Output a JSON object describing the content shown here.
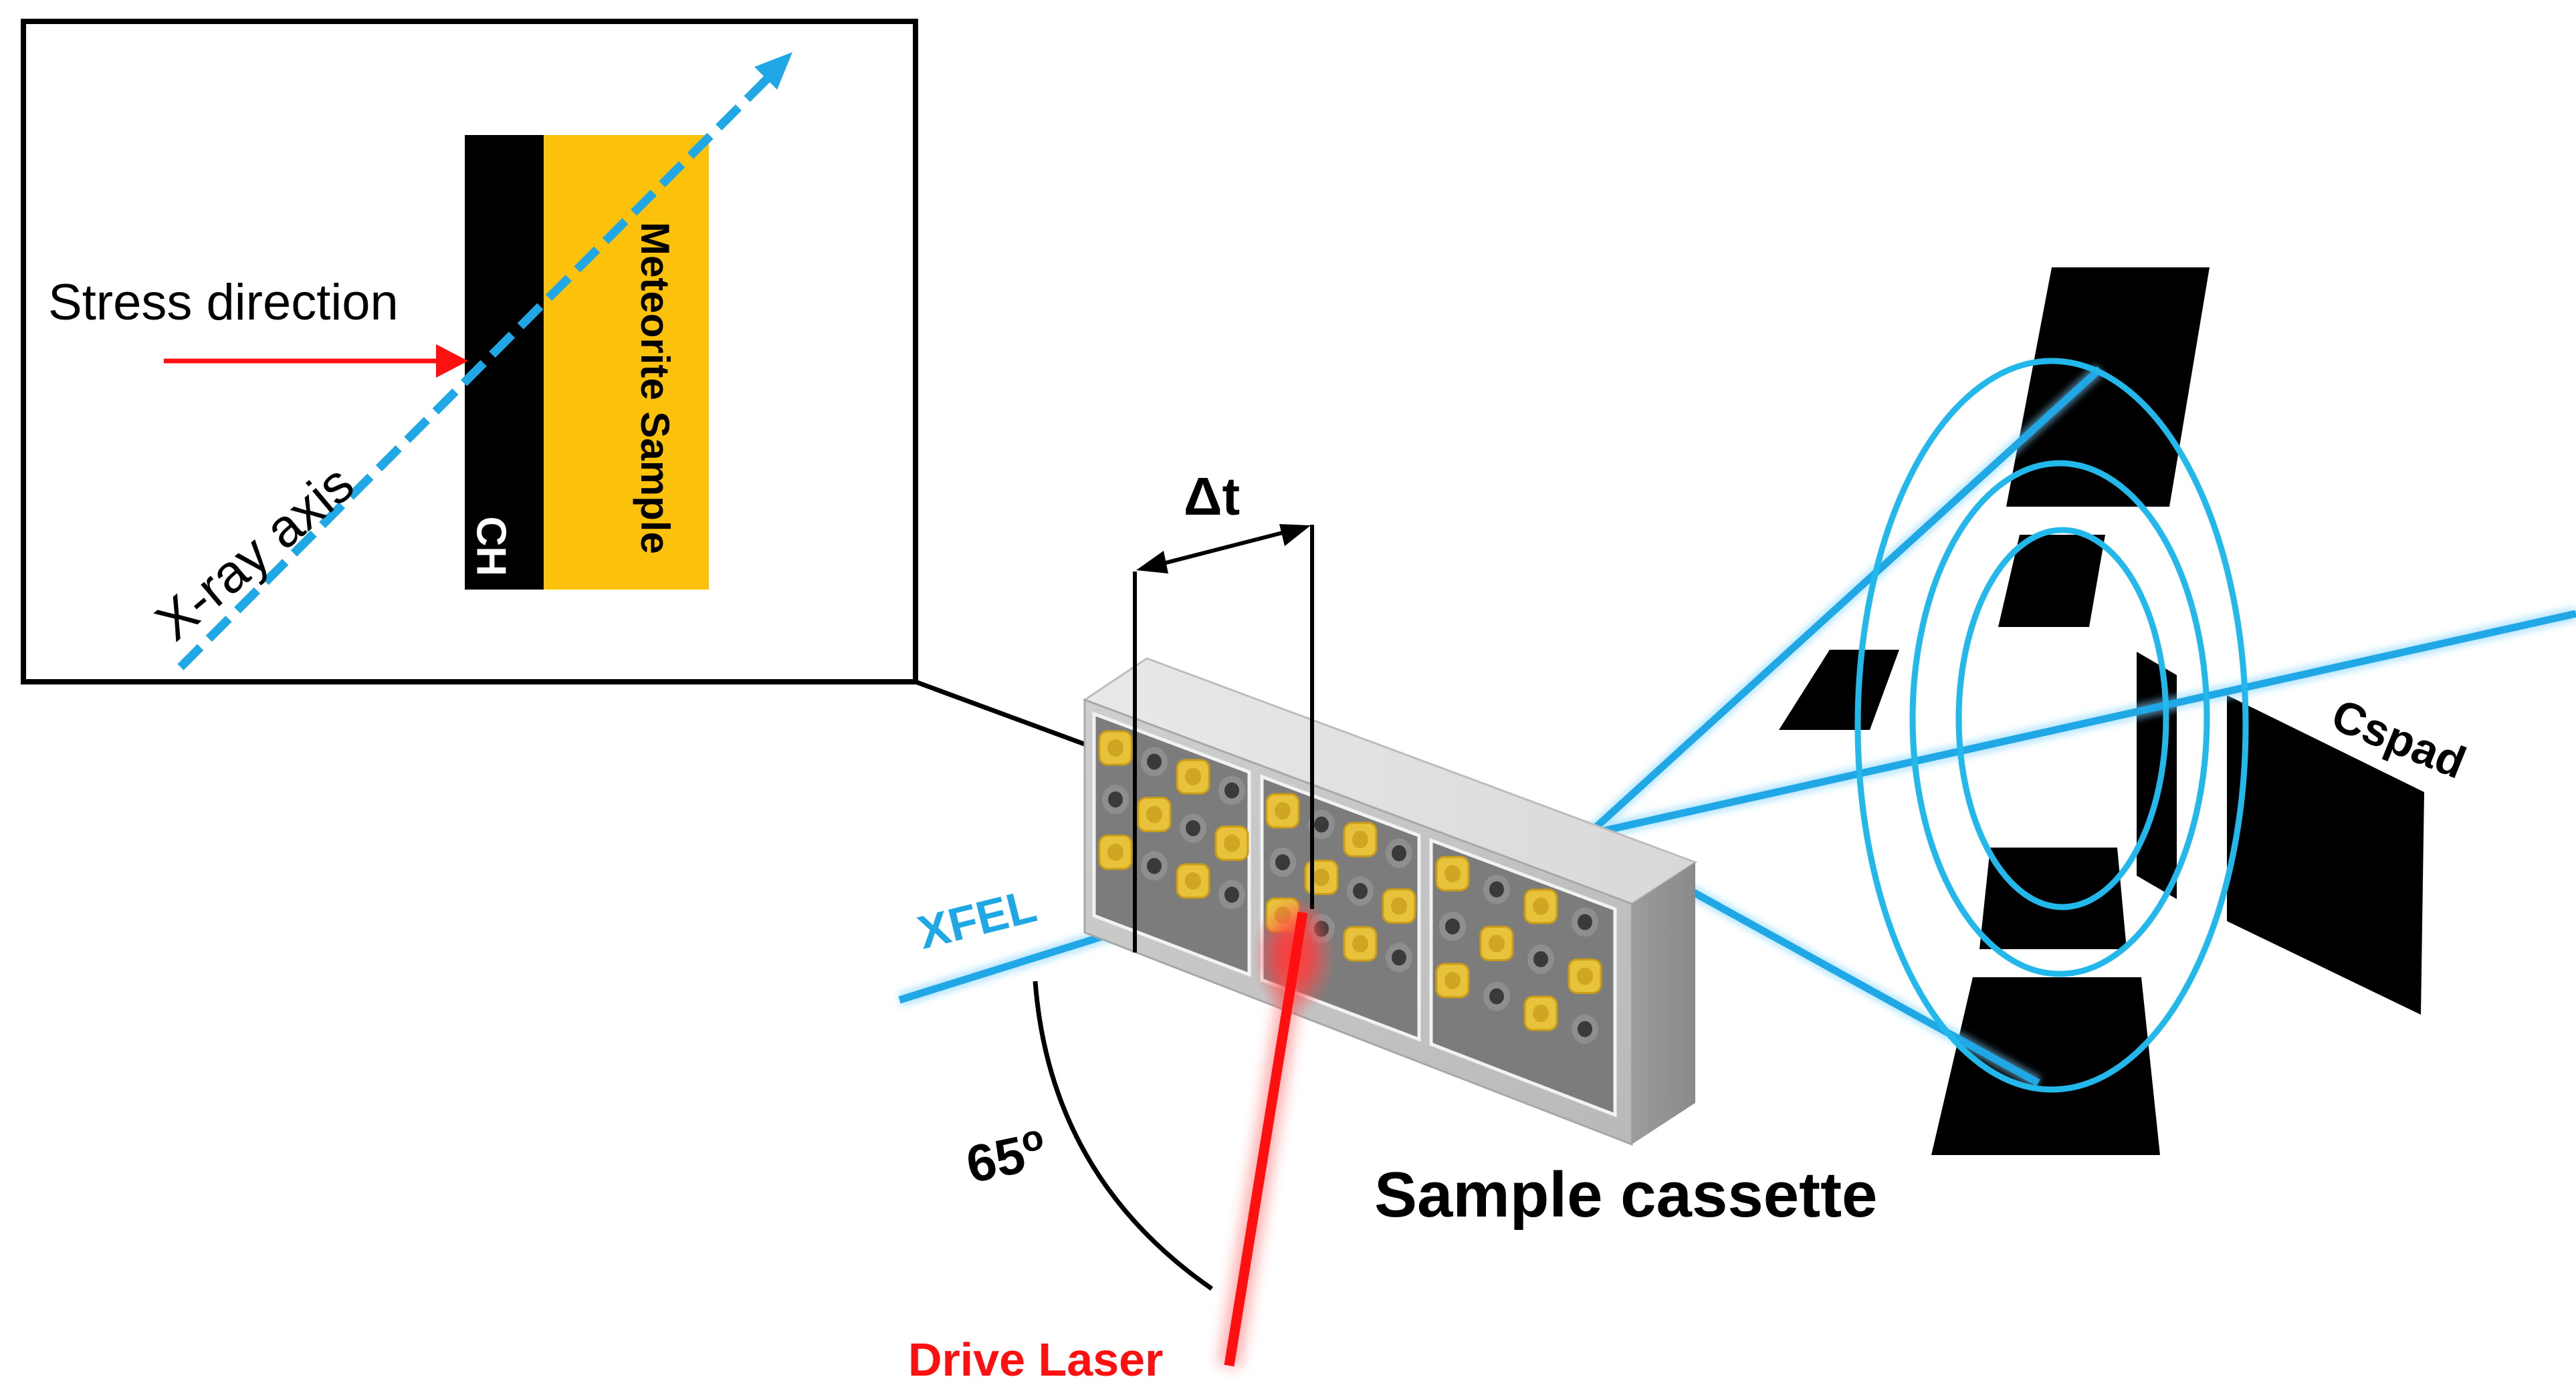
{
  "inset": {
    "stress_label": "Stress direction",
    "xray_label": "X-ray axis",
    "ch_label": "CH",
    "sample_label": "Meteorite Sample"
  },
  "labels": {
    "delta_t": "Δt",
    "xfel": "XFEL",
    "angle": "65",
    "angle_sup": "o",
    "drive_laser": "Drive Laser",
    "sample_cassette": "Sample cassette",
    "cspad": "Cspad"
  },
  "colors": {
    "xray_blue": "#1fa7e6",
    "ring_blue": "#22b8ec",
    "laser_red": "#ff1010",
    "sample_yellow": "#fcc10a",
    "ch_black": "#000000",
    "pad_yellow": "#e8c23a",
    "pad_gray": "#8e8e8e"
  }
}
